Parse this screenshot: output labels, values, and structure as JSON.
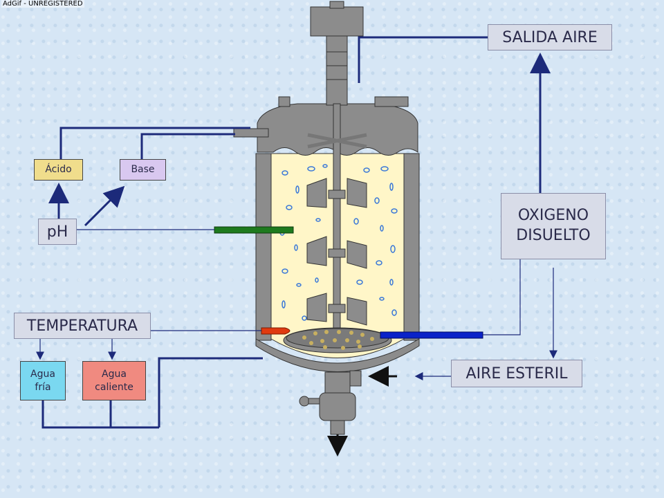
{
  "watermark": "AdGif - UNREGISTERED",
  "labels": {
    "salida_aire": "SALIDA AIRE",
    "oxigeno_line1": "OXIGENO",
    "oxigeno_line2": "DISUELTO",
    "aire_esteril": "AIRE ESTERIL",
    "temperatura": "TEMPERATURA",
    "ph": "pH",
    "acido": "Ácido",
    "base": "Base",
    "agua_fria_line1": "Agua",
    "agua_fria_line2": "fría",
    "agua_caliente_line1": "Agua",
    "agua_caliente_line2": "caliente"
  },
  "colors": {
    "line": "#1c2a7a",
    "vessel": "#8c8c8c",
    "vessel_dark": "#5a5a5a",
    "liquid": "#fff6c8",
    "bubble": "#3a78d8",
    "ph_probe": "#1e7a1e",
    "temp_probe": "#e03a10",
    "oxygen_probe": "#0a22c8",
    "acido_fill": "#f0dd8c",
    "base_fill": "#d9c8f0",
    "fria_fill": "#7ad8f0",
    "caliente_fill": "#f08a80"
  }
}
